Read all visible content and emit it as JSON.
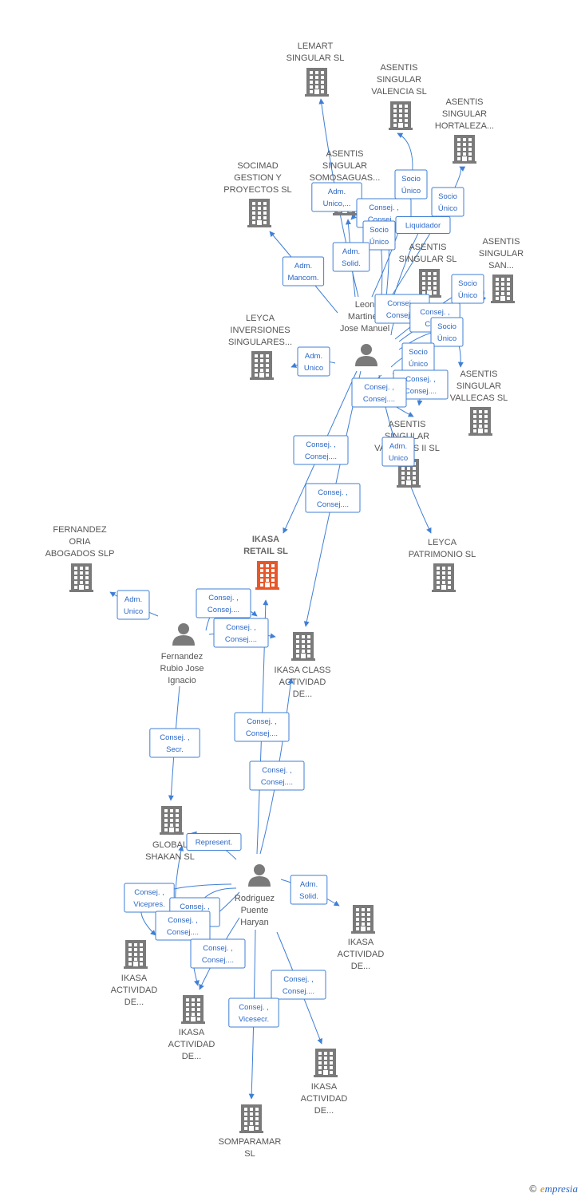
{
  "colors": {
    "edge": "#3f7fd6",
    "company": "#7a7a7a",
    "focus": "#e8572a",
    "person": "#7a7a7a"
  },
  "brand": {
    "symbol": "©",
    "name": "mpresia",
    "initial": "e"
  },
  "nodes": [
    {
      "id": "lemart",
      "type": "company",
      "lines": [
        "LEMART",
        "SINGULAR  SL"
      ]
    },
    {
      "id": "valencia",
      "type": "company",
      "lines": [
        "ASENTIS",
        "SINGULAR",
        "VALENCIA  SL"
      ]
    },
    {
      "id": "hortaleza",
      "type": "company",
      "lines": [
        "ASENTIS",
        "SINGULAR",
        "HORTALEZA..."
      ]
    },
    {
      "id": "socimad",
      "type": "company",
      "lines": [
        "SOCIMAD",
        "GESTION Y",
        "PROYECTOS SL"
      ]
    },
    {
      "id": "somosaguas",
      "type": "company",
      "lines": [
        "ASENTIS",
        "SINGULAR",
        "SOMOSAGUAS..."
      ]
    },
    {
      "id": "singular",
      "type": "company",
      "lines": [
        "ASENTIS",
        "SINGULAR  SL"
      ]
    },
    {
      "id": "san",
      "type": "company",
      "lines": [
        "ASENTIS",
        "SINGULAR",
        "SAN..."
      ]
    },
    {
      "id": "leon",
      "type": "person",
      "lines": [
        "Leon",
        "Martinez",
        "Jose Manuel"
      ]
    },
    {
      "id": "leyca_inv",
      "type": "company",
      "lines": [
        "LEYCA",
        "INVERSIONES",
        "SINGULARES..."
      ]
    },
    {
      "id": "vallecas",
      "type": "company",
      "lines": [
        "ASENTIS",
        "SINGULAR",
        "VALLECAS  SL"
      ]
    },
    {
      "id": "vallecas2",
      "type": "company",
      "lines": [
        "ASENTIS",
        "SINGULAR",
        "VALLECAS II  SL"
      ]
    },
    {
      "id": "leyca_pat",
      "type": "company",
      "lines": [
        "LEYCA",
        "PATRIMONIO  SL"
      ]
    },
    {
      "id": "fernandez_oria",
      "type": "company",
      "lines": [
        "FERNANDEZ",
        "ORIA",
        "ABOGADOS  SLP"
      ]
    },
    {
      "id": "ikasa_retail",
      "type": "focus",
      "lines": [
        "IKASA",
        "RETAIL  SL"
      ]
    },
    {
      "id": "fernandez",
      "type": "person",
      "lines": [
        "Fernandez",
        "Rubio Jose",
        "Ignacio"
      ]
    },
    {
      "id": "ikasa_class",
      "type": "company",
      "lines": [
        "IKASA CLASS",
        "ACTIVIDAD",
        "DE..."
      ]
    },
    {
      "id": "global_shakan",
      "type": "company",
      "lines": [
        "GLOBAL",
        "SHAKAN  SL"
      ]
    },
    {
      "id": "rodriguez",
      "type": "person",
      "lines": [
        "Rodriguez",
        "Puente",
        "Haryan"
      ]
    },
    {
      "id": "ikasa_act_r",
      "type": "company",
      "lines": [
        "IKASA",
        "ACTIVIDAD",
        "DE..."
      ]
    },
    {
      "id": "ikasa_act_l",
      "type": "company",
      "lines": [
        "IKASA",
        "ACTIVIDAD",
        "DE..."
      ]
    },
    {
      "id": "ikasa_act_m",
      "type": "company",
      "lines": [
        "IKASA",
        "ACTIVIDAD",
        "DE..."
      ]
    },
    {
      "id": "ikasa_act_b",
      "type": "company",
      "lines": [
        "IKASA",
        "ACTIVIDAD",
        "DE..."
      ]
    },
    {
      "id": "somparamar",
      "type": "company",
      "lines": [
        "SOMPARAMAR",
        "SL"
      ]
    }
  ],
  "edges": [
    {
      "from": "leon",
      "to": "lemart",
      "lines": [
        "Adm.",
        "Unico,..."
      ]
    },
    {
      "from": "leon",
      "to": "valencia",
      "lines": [
        "Socio",
        "Único"
      ]
    },
    {
      "from": "leon",
      "to": "hortaleza",
      "lines": [
        "Socio",
        "Único"
      ]
    },
    {
      "from": "leon",
      "to": "somosaguas",
      "lines": [
        "Consej. ,",
        "Consej...."
      ]
    },
    {
      "from": "leon",
      "to": "somosaguas",
      "lines": [
        "Socio",
        "Único"
      ]
    },
    {
      "from": "leon",
      "to": "hortaleza",
      "lines": [
        "Liquidador"
      ]
    },
    {
      "from": "leon",
      "to": "somosaguas",
      "lines": [
        "Adm.",
        "Solid."
      ]
    },
    {
      "from": "leon",
      "to": "socimad",
      "lines": [
        "Adm.",
        "Mancom."
      ]
    },
    {
      "from": "leon",
      "to": "singular",
      "lines": [
        "Consej. ,",
        "Consej...."
      ]
    },
    {
      "from": "leon",
      "to": "san",
      "lines": [
        "Socio",
        "Único"
      ]
    },
    {
      "from": "leon",
      "to": "singular",
      "lines": [
        "Consej. ,",
        "Con..."
      ]
    },
    {
      "from": "leon",
      "to": "vallecas",
      "lines": [
        "Socio",
        "Único"
      ]
    },
    {
      "from": "leon",
      "to": "leyca_inv",
      "lines": [
        "Adm.",
        "Unico"
      ]
    },
    {
      "from": "leon",
      "to": "vallecas2",
      "lines": [
        "Socio",
        "Único"
      ]
    },
    {
      "from": "leon",
      "to": "vallecas",
      "lines": [
        "Consej. ,",
        "Consej...."
      ]
    },
    {
      "from": "leon",
      "to": "vallecas2",
      "lines": [
        "Consej. ,",
        "Consej...."
      ]
    },
    {
      "from": "leon",
      "to": "leyca_pat",
      "lines": [
        "Adm.",
        "Unico"
      ]
    },
    {
      "from": "leon",
      "to": "ikasa_retail",
      "lines": [
        "Consej. ,",
        "Consej...."
      ]
    },
    {
      "from": "leon",
      "to": "ikasa_class",
      "lines": [
        "Consej. ,",
        "Consej...."
      ]
    },
    {
      "from": "fernandez",
      "to": "fernandez_oria",
      "lines": [
        "Adm.",
        "Unico"
      ]
    },
    {
      "from": "fernandez",
      "to": "ikasa_retail",
      "lines": [
        "Consej. ,",
        "Consej...."
      ]
    },
    {
      "from": "fernandez",
      "to": "ikasa_class",
      "lines": [
        "Consej. ,",
        "Consej...."
      ]
    },
    {
      "from": "fernandez",
      "to": "global_shakan",
      "lines": [
        "Consej. ,",
        "Secr."
      ]
    },
    {
      "from": "rodriguez",
      "to": "ikasa_retail",
      "lines": [
        "Consej. ,",
        "Consej...."
      ]
    },
    {
      "from": "rodriguez",
      "to": "ikasa_class",
      "lines": [
        "Consej. ,",
        "Consej...."
      ]
    },
    {
      "from": "rodriguez",
      "to": "global_shakan",
      "lines": [
        "Represent."
      ]
    },
    {
      "from": "rodriguez",
      "to": "ikasa_act_r",
      "lines": [
        "Adm.",
        "Solid."
      ]
    },
    {
      "from": "rodriguez",
      "to": "global_shakan",
      "lines": [
        "Consej. ,",
        "Vicepres."
      ]
    },
    {
      "from": "rodriguez",
      "to": "ikasa_act_l",
      "lines": [
        "Consej. ,",
        "..."
      ]
    },
    {
      "from": "rodriguez",
      "to": "ikasa_act_l",
      "lines": [
        "Consej. ,",
        "Consej...."
      ]
    },
    {
      "from": "rodriguez",
      "to": "ikasa_act_m",
      "lines": [
        "Consej. ,",
        "Consej...."
      ]
    },
    {
      "from": "rodriguez",
      "to": "ikasa_act_b",
      "lines": [
        "Consej. ,",
        "Consej...."
      ]
    },
    {
      "from": "rodriguez",
      "to": "somparamar",
      "lines": [
        "Consej. ,",
        "Vicesecr."
      ]
    }
  ]
}
